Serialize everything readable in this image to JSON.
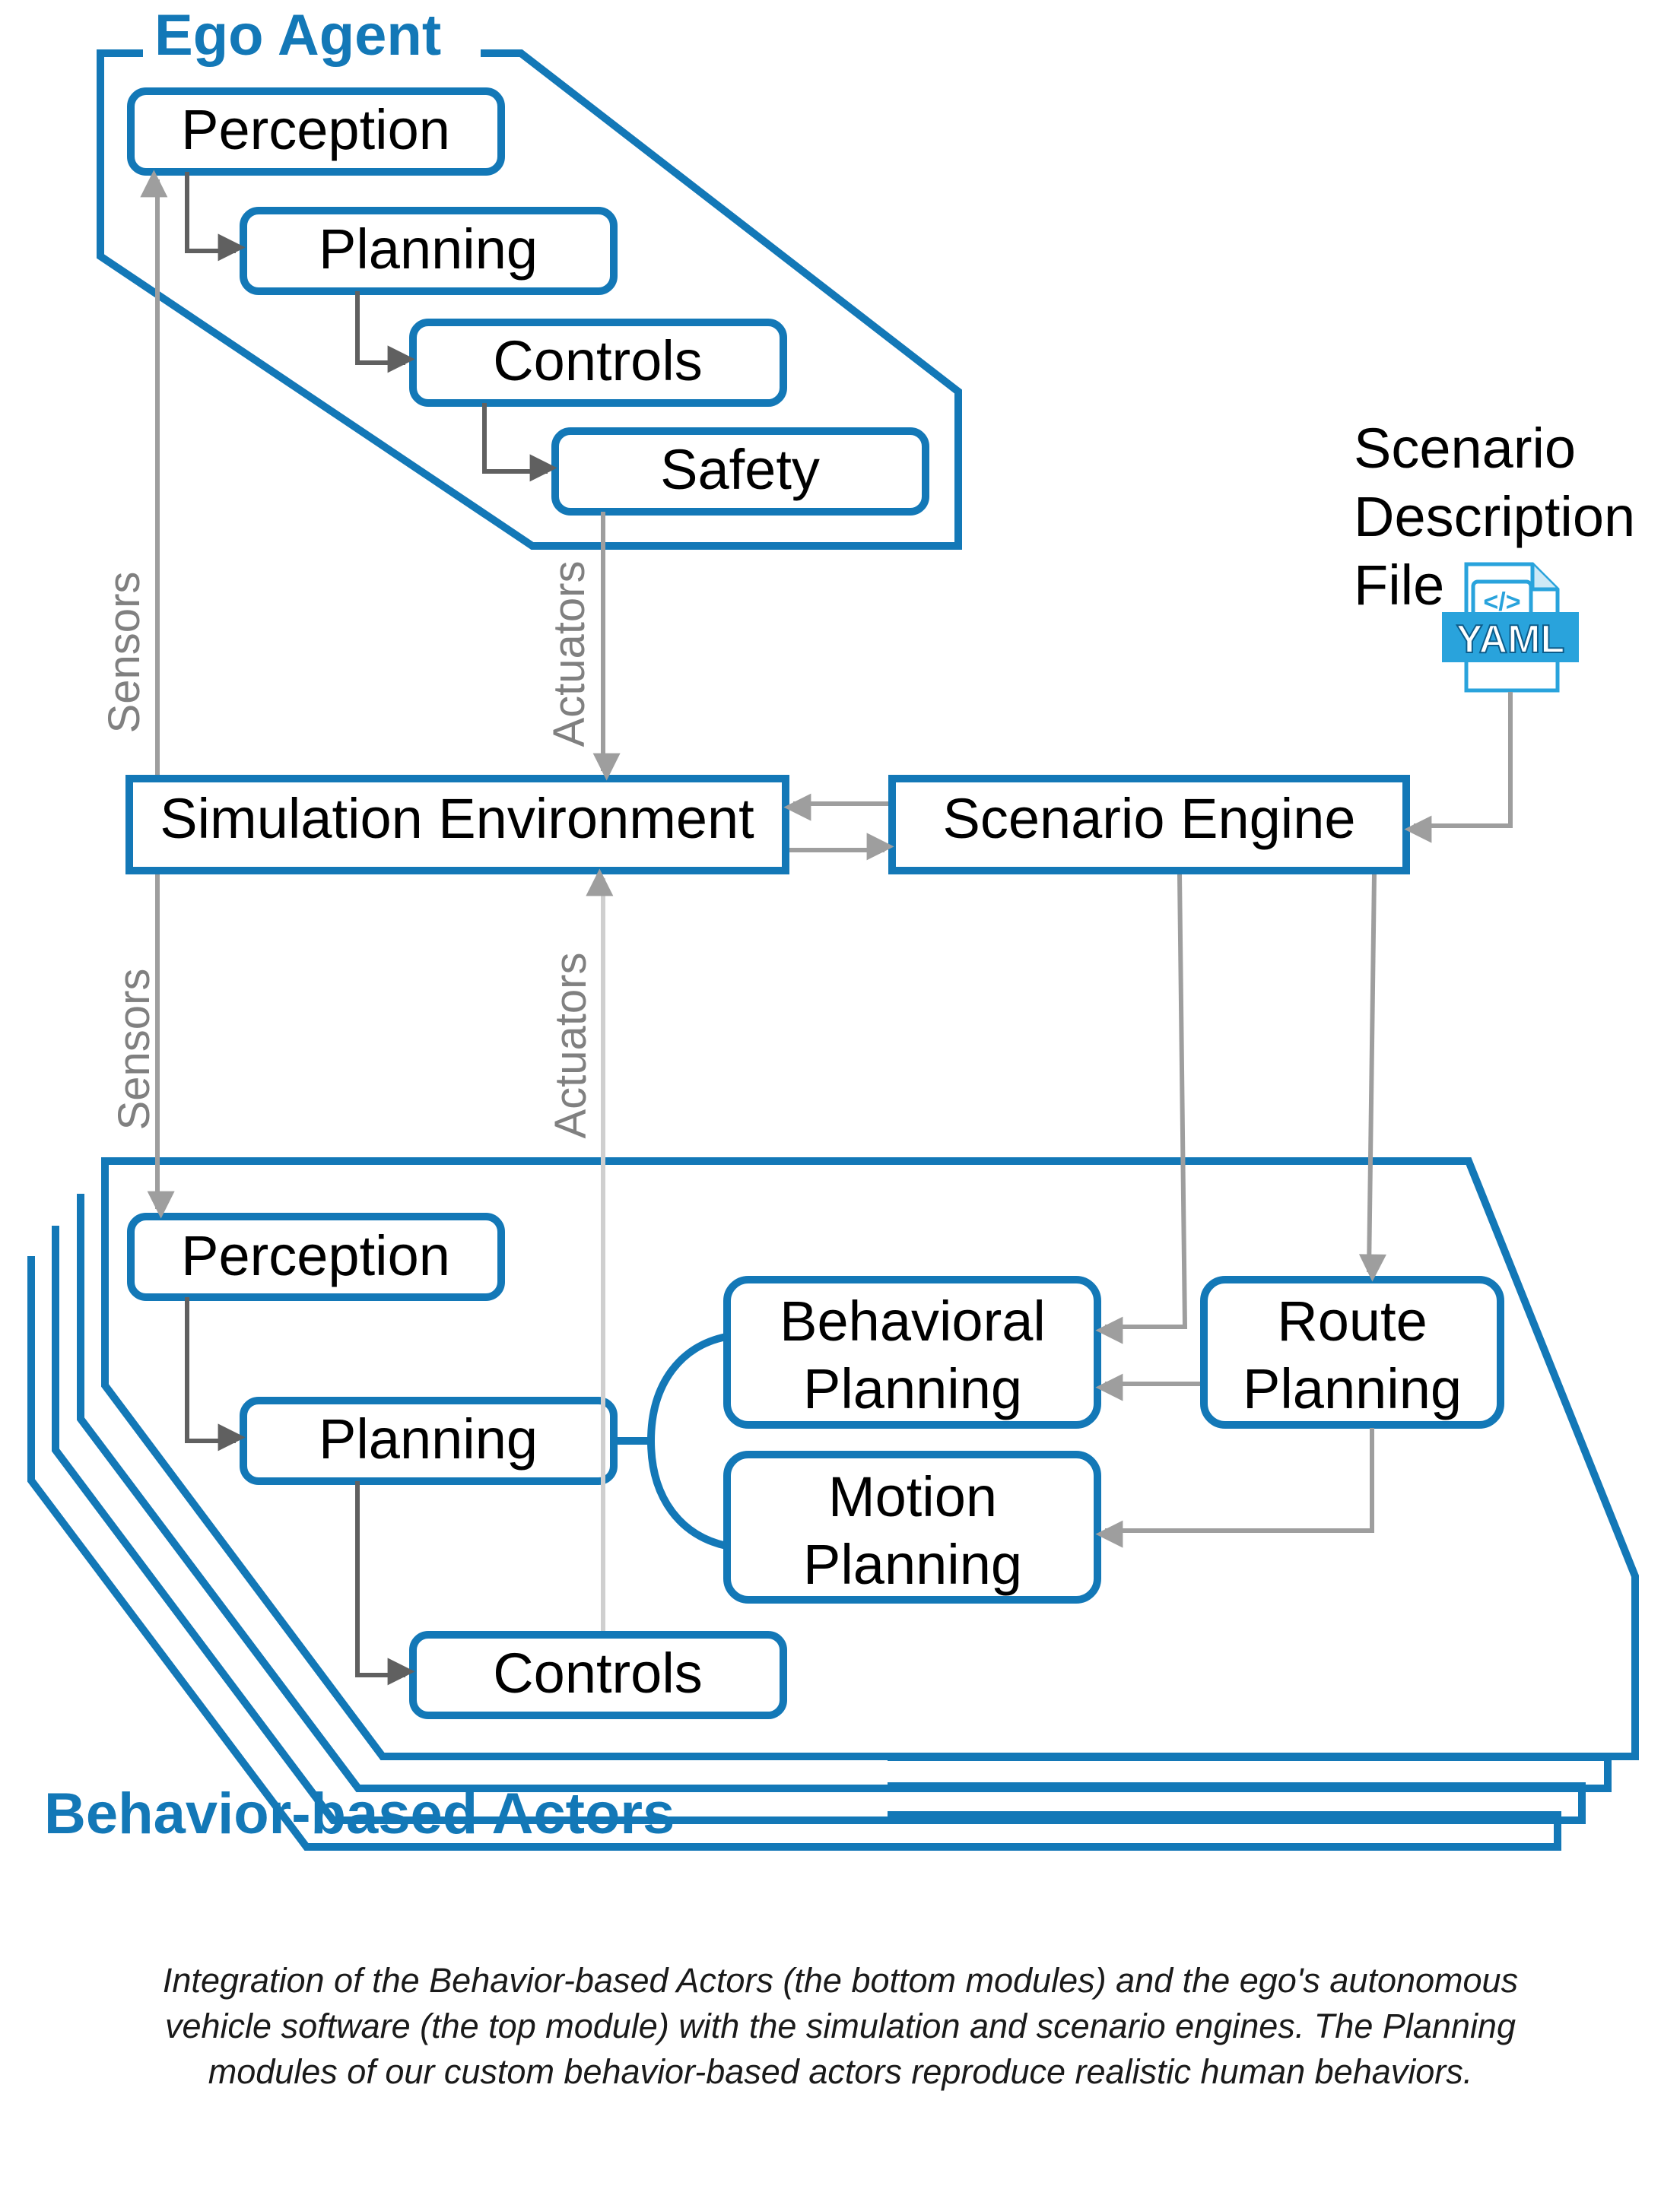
{
  "colors": {
    "accent_blue": "#1378b7",
    "arrow_dark": "#606060",
    "arrow_light": "#9e9e9e",
    "arrow_faint": "#cfcfcf",
    "yaml_blue": "#29a3dc"
  },
  "ego_agent": {
    "title": "Ego Agent",
    "modules": {
      "perception": "Perception",
      "planning": "Planning",
      "controls": "Controls",
      "safety": "Safety"
    }
  },
  "scenario_file": {
    "lines": [
      "Scenario",
      "Description",
      "File"
    ],
    "icon_label": "YAML",
    "icon_tag": "</>",
    "icon": "yaml-file-icon"
  },
  "core": {
    "simulation_environment": "Simulation Environment",
    "scenario_engine": "Scenario Engine"
  },
  "edge_labels": {
    "sensors_top": "Sensors",
    "actuators_top": "Actuators",
    "sensors_bottom": "Sensors",
    "actuators_bottom": "Actuators"
  },
  "actors": {
    "title": "Behavior-based Actors",
    "modules": {
      "perception": "Perception",
      "planning": "Planning",
      "controls": "Controls",
      "behavioral_planning": [
        "Behavioral",
        "Planning"
      ],
      "motion_planning": [
        "Motion",
        "Planning"
      ],
      "route_planning": [
        "Route",
        "Planning"
      ]
    }
  },
  "caption": "Integration of the Behavior-based Actors (the bottom modules) and the ego's autonomous vehicle software (the top module) with the simulation and scenario engines. The Planning modules of our custom behavior-based actors reproduce realistic human behaviors."
}
